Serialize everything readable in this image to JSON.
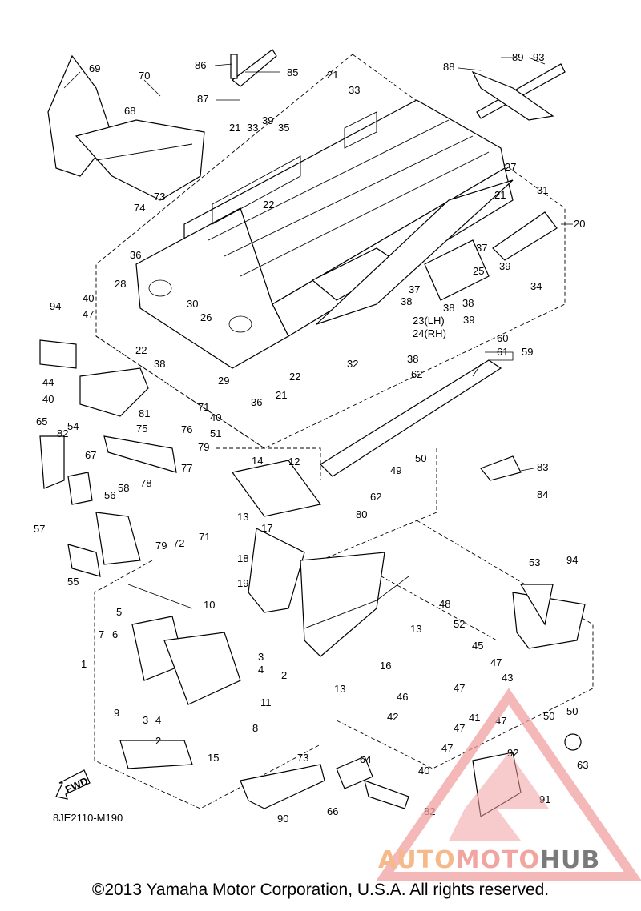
{
  "diagram": {
    "code": "8JE2110-M190",
    "fwd_label": "FWD",
    "copyright": "©2013 Yamaha Motor Corporation, U.S.A. All rights reserved."
  },
  "watermark": {
    "text_part1": "AUTO",
    "text_part2": "MOTO",
    "text_part3": "HUB",
    "colors": {
      "auto": "#f5b98a",
      "moto": "#f2a4a0",
      "hub": "#7a7a7a",
      "triangle": "#f0a0a0"
    }
  },
  "callouts": [
    {
      "id": "c69",
      "label": "69"
    },
    {
      "id": "c70",
      "label": "70"
    },
    {
      "id": "c86",
      "label": "86"
    },
    {
      "id": "c85",
      "label": "85"
    },
    {
      "id": "c87",
      "label": "87"
    },
    {
      "id": "c88",
      "label": "88"
    },
    {
      "id": "c89",
      "label": "89"
    },
    {
      "id": "c93",
      "label": "93"
    },
    {
      "id": "c21a",
      "label": "21"
    },
    {
      "id": "c33a",
      "label": "33"
    },
    {
      "id": "c68",
      "label": "68"
    },
    {
      "id": "c21b",
      "label": "21"
    },
    {
      "id": "c33b",
      "label": "33"
    },
    {
      "id": "c39a",
      "label": "39"
    },
    {
      "id": "c35",
      "label": "35"
    },
    {
      "id": "c73a",
      "label": "73"
    },
    {
      "id": "c74",
      "label": "74"
    },
    {
      "id": "c27",
      "label": "27"
    },
    {
      "id": "c22a",
      "label": "22"
    },
    {
      "id": "c21c",
      "label": "21"
    },
    {
      "id": "c31",
      "label": "31"
    },
    {
      "id": "c20",
      "label": "20"
    },
    {
      "id": "c36a",
      "label": "36"
    },
    {
      "id": "c37a",
      "label": "37"
    },
    {
      "id": "c25",
      "label": "25"
    },
    {
      "id": "c39b",
      "label": "39"
    },
    {
      "id": "c28",
      "label": "28"
    },
    {
      "id": "c37b",
      "label": "37"
    },
    {
      "id": "c34",
      "label": "34"
    },
    {
      "id": "c40a",
      "label": "40"
    },
    {
      "id": "c47a",
      "label": "47"
    },
    {
      "id": "c94a",
      "label": "94"
    },
    {
      "id": "c30",
      "label": "30"
    },
    {
      "id": "c26",
      "label": "26"
    },
    {
      "id": "c38a",
      "label": "38"
    },
    {
      "id": "c38b",
      "label": "38"
    },
    {
      "id": "c38c",
      "label": "38"
    },
    {
      "id": "c23",
      "label": "23(LH)"
    },
    {
      "id": "c24",
      "label": "24(RH)"
    },
    {
      "id": "c39c",
      "label": "39"
    },
    {
      "id": "c22b",
      "label": "22"
    },
    {
      "id": "c60",
      "label": "60"
    },
    {
      "id": "c61",
      "label": "61"
    },
    {
      "id": "c59",
      "label": "59"
    },
    {
      "id": "c32",
      "label": "32"
    },
    {
      "id": "c38d",
      "label": "38"
    },
    {
      "id": "c38e",
      "label": "38"
    },
    {
      "id": "c62a",
      "label": "62"
    },
    {
      "id": "c44",
      "label": "44"
    },
    {
      "id": "c40b",
      "label": "40"
    },
    {
      "id": "c29",
      "label": "29"
    },
    {
      "id": "c22c",
      "label": "22"
    },
    {
      "id": "c21d",
      "label": "21"
    },
    {
      "id": "c36b",
      "label": "36"
    },
    {
      "id": "c71a",
      "label": "71"
    },
    {
      "id": "c81",
      "label": "81"
    },
    {
      "id": "c54",
      "label": "54"
    },
    {
      "id": "c40c",
      "label": "40"
    },
    {
      "id": "c51",
      "label": "51"
    },
    {
      "id": "c65",
      "label": "65"
    },
    {
      "id": "c82a",
      "label": "82"
    },
    {
      "id": "c75",
      "label": "75"
    },
    {
      "id": "c76",
      "label": "76"
    },
    {
      "id": "c67",
      "label": "67"
    },
    {
      "id": "c79a",
      "label": "79"
    },
    {
      "id": "c14",
      "label": "14"
    },
    {
      "id": "c12",
      "label": "12"
    },
    {
      "id": "c50a",
      "label": "50"
    },
    {
      "id": "c83",
      "label": "83"
    },
    {
      "id": "c49",
      "label": "49"
    },
    {
      "id": "c77",
      "label": "77"
    },
    {
      "id": "c78",
      "label": "78"
    },
    {
      "id": "c58",
      "label": "58"
    },
    {
      "id": "c62b",
      "label": "62"
    },
    {
      "id": "c84",
      "label": "84"
    },
    {
      "id": "c56",
      "label": "56"
    },
    {
      "id": "c80",
      "label": "80"
    },
    {
      "id": "c13a",
      "label": "13"
    },
    {
      "id": "c57",
      "label": "57"
    },
    {
      "id": "c17",
      "label": "17"
    },
    {
      "id": "c79b",
      "label": "79"
    },
    {
      "id": "c71b",
      "label": "71"
    },
    {
      "id": "c72",
      "label": "72"
    },
    {
      "id": "c55",
      "label": "55"
    },
    {
      "id": "c18",
      "label": "18"
    },
    {
      "id": "c53",
      "label": "53"
    },
    {
      "id": "c94b",
      "label": "94"
    },
    {
      "id": "c19",
      "label": "19"
    },
    {
      "id": "c10",
      "label": "10"
    },
    {
      "id": "c5",
      "label": "5"
    },
    {
      "id": "c48",
      "label": "48"
    },
    {
      "id": "c7",
      "label": "7"
    },
    {
      "id": "c6",
      "label": "6"
    },
    {
      "id": "c52",
      "label": "52"
    },
    {
      "id": "c13b",
      "label": "13"
    },
    {
      "id": "c1",
      "label": "1"
    },
    {
      "id": "c3a",
      "label": "3"
    },
    {
      "id": "c4a",
      "label": "4"
    },
    {
      "id": "c2a",
      "label": "2"
    },
    {
      "id": "c45",
      "label": "45"
    },
    {
      "id": "c16",
      "label": "16"
    },
    {
      "id": "c47b",
      "label": "47"
    },
    {
      "id": "c43",
      "label": "43"
    },
    {
      "id": "c13c",
      "label": "13"
    },
    {
      "id": "c47c",
      "label": "47"
    },
    {
      "id": "c9",
      "label": "9"
    },
    {
      "id": "c11",
      "label": "11"
    },
    {
      "id": "c50b",
      "label": "50"
    },
    {
      "id": "c50c",
      "label": "50"
    },
    {
      "id": "c46",
      "label": "46"
    },
    {
      "id": "c41",
      "label": "41"
    },
    {
      "id": "c3b",
      "label": "3"
    },
    {
      "id": "c4b",
      "label": "4"
    },
    {
      "id": "c8",
      "label": "8"
    },
    {
      "id": "c42",
      "label": "42"
    },
    {
      "id": "c47d",
      "label": "47"
    },
    {
      "id": "c47e",
      "label": "47"
    },
    {
      "id": "c2b",
      "label": "2"
    },
    {
      "id": "c15",
      "label": "15"
    },
    {
      "id": "c92",
      "label": "92"
    },
    {
      "id": "c47f",
      "label": "47"
    },
    {
      "id": "c73b",
      "label": "73"
    },
    {
      "id": "c40d",
      "label": "40"
    },
    {
      "id": "c64",
      "label": "64"
    },
    {
      "id": "c63",
      "label": "63"
    },
    {
      "id": "c91",
      "label": "91"
    },
    {
      "id": "c66",
      "label": "66"
    },
    {
      "id": "c82b",
      "label": "82"
    },
    {
      "id": "c90",
      "label": "90"
    }
  ]
}
